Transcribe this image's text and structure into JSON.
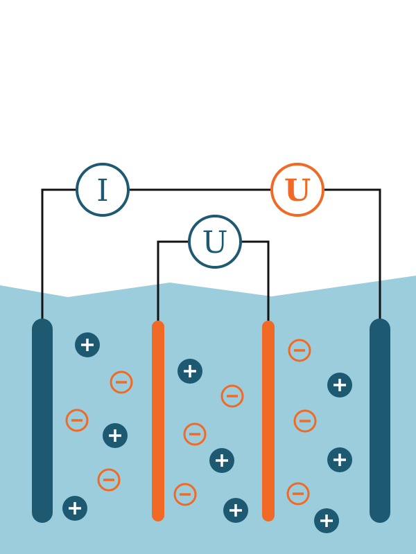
{
  "colors": {
    "background": "#ffffff",
    "water": "#9bcddd",
    "dark_blue": "#1d5a72",
    "orange": "#f06a25",
    "wire": "#111111",
    "ion_sign": "#ffffff"
  },
  "meters": {
    "current": {
      "label": "I",
      "icon": "ammeter-icon"
    },
    "voltage_outer": {
      "label": "U",
      "icon": "voltmeter-icon"
    },
    "voltage_inner": {
      "label": "U",
      "icon": "voltmeter-icon"
    }
  },
  "ions": {
    "cation_symbol": "+",
    "anion_symbol": "−"
  }
}
